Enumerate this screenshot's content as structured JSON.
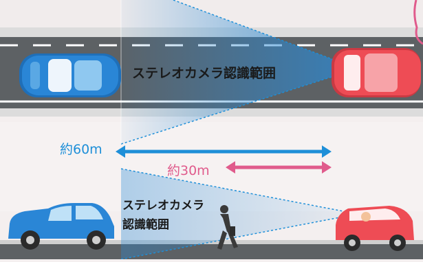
{
  "upper_camera_range_label": "ステレオカメラ認識範囲",
  "lower_camera_range_label_line1": "ステレオカメラ",
  "lower_camera_range_label_line2": "認識範囲",
  "distance_60_label": "約60m",
  "distance_30_label": "約30m",
  "colors": {
    "blue_arrow": "#1e8fd8",
    "pink_arrow": "#e05b8c",
    "blue_car": "#2a86d6",
    "red_car": "#ee4c55",
    "road": "#5d6164",
    "range_fill": "#2a8ad6"
  }
}
